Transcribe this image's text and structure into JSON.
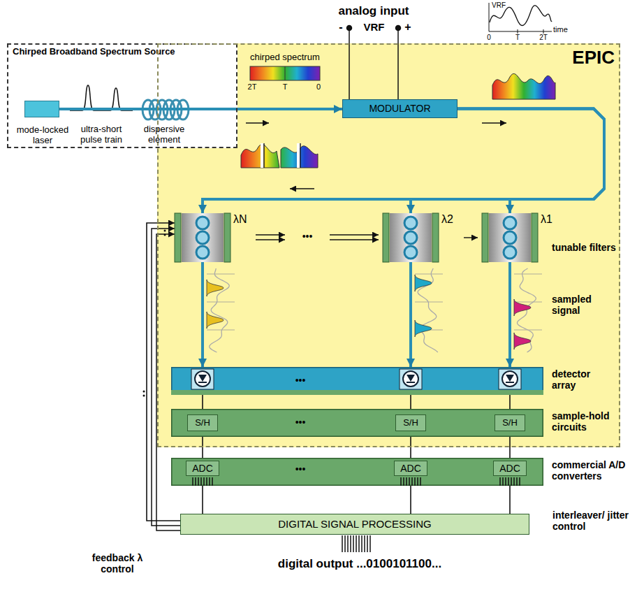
{
  "diagram": {
    "nodes": [
      {
        "text": [
          "Chirped Broadband Spectrum Source"
        ]
      },
      {
        "text": [
          "mode-locked laser"
        ],
        "in": 0
      },
      {
        "text": [
          "EPIC"
        ]
      },
      {
        "text": [
          "MODULATOR"
        ],
        "in": 2
      },
      {
        "text": [
          "λN"
        ],
        "in": 2
      },
      {
        "text": [
          "λ2"
        ],
        "in": 2
      },
      {
        "text": [
          "λ1"
        ],
        "in": 2
      },
      {
        "text": [
          "detector array"
        ],
        "in": 2
      },
      {
        "text": [
          "sample-hold circuits"
        ],
        "in": 2
      },
      {
        "text": [
          "S/H"
        ],
        "in": 8
      },
      {
        "text": [
          "S/H"
        ],
        "in": 8
      },
      {
        "text": [
          "S/H"
        ],
        "in": 8
      },
      {
        "text": [
          "commercial A/D converters"
        ]
      },
      {
        "text": [
          "ADC"
        ],
        "in": 12
      },
      {
        "text": [
          "ADC"
        ],
        "in": 12
      },
      {
        "text": [
          "ADC"
        ],
        "in": 12
      },
      {
        "text": [
          "DIGITAL SIGNAL PROCESSING",
          "interleaver/ jitter control"
        ]
      }
    ],
    "edges": [
      {
        "from": 1,
        "to": 3,
        "arrow": "to"
      },
      {
        "from": 3,
        "to": 4,
        "arrow": "to"
      },
      {
        "from": 3,
        "to": 5,
        "arrow": "to"
      },
      {
        "from": 3,
        "to": 6,
        "arrow": "to"
      },
      {
        "from": 4,
        "to": 7,
        "arrow": "to"
      },
      {
        "from": 5,
        "to": 7,
        "arrow": "to"
      },
      {
        "from": 6,
        "to": 7,
        "arrow": "to"
      },
      {
        "from": 7,
        "to": 9,
        "arrow": "none"
      },
      {
        "from": 7,
        "to": 10,
        "arrow": "none"
      },
      {
        "from": 7,
        "to": 11,
        "arrow": "none"
      },
      {
        "from": 9,
        "to": 13,
        "arrow": "none"
      },
      {
        "from": 10,
        "to": 14,
        "arrow": "none"
      },
      {
        "from": 11,
        "to": 15,
        "arrow": "none"
      },
      {
        "from": 13,
        "to": 16,
        "arrow": "none"
      },
      {
        "from": 14,
        "to": 16,
        "arrow": "none"
      },
      {
        "from": 15,
        "to": 16,
        "arrow": "none"
      },
      {
        "from": 16,
        "to": 4,
        "arrow": "to"
      }
    ],
    "labels": [
      "analog input",
      "-",
      "VRF",
      "+",
      "VRF",
      "time",
      "0",
      "T",
      "2T",
      "chirped spectrum",
      "2T",
      "T",
      "0",
      "ultra-short pulse train",
      "dispersive element",
      "•••",
      "tunable filters",
      "sampled signal",
      "•••",
      "•••",
      "•••",
      "feedback λ control",
      "digital output ...0100101100..."
    ]
  }
}
